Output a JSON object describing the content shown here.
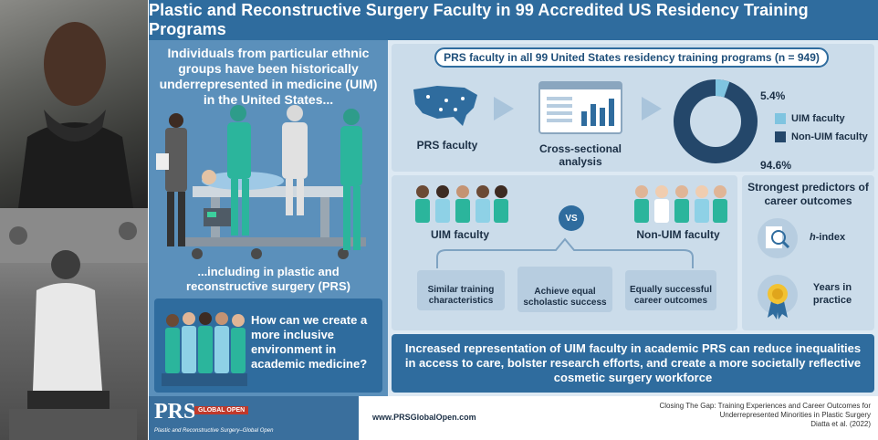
{
  "title": "Plastic and Reconstructive Surgery Faculty in 99 Accredited US Residency Training Programs",
  "left_panel": {
    "intro": "Individuals from particular ethnic groups have been historically underrepresented in medicine (UIM) in the United States...",
    "continuation": "...including in plastic and reconstructive surgery (PRS)",
    "question": "How can we create a more inclusive environment in academic medicine?"
  },
  "study": {
    "banner": "PRS faculty in all 99 United States residency training programs (n = 949)",
    "step1": "PRS faculty",
    "step2": "Cross-sectional analysis",
    "uim_pct_label": "5.4%",
    "non_uim_pct_label": "94.6%",
    "uim_fraction": 0.054,
    "legend_uim": "UIM faculty",
    "legend_non_uim": "Non-UIM faculty",
    "color_uim": "#7fc4e0",
    "color_non_uim": "#24476a"
  },
  "comparison": {
    "vs": "VS",
    "left_group": "UIM faculty",
    "right_group": "Non-UIM faculty",
    "findings": [
      "Similar training characteristics",
      "Achieve equal scholastic success",
      "Equally successful career outcomes"
    ]
  },
  "predictors": {
    "heading": "Strongest predictors of career outcomes",
    "item1_italic": "h",
    "item1_rest": "-index",
    "item2": "Years in practice"
  },
  "conclusion": "Increased representation of UIM faculty in academic PRS can reduce inequalities in access to care, bolster research efforts, and create a more societally reflective cosmetic surgery workforce",
  "footer": {
    "logo": "PRS",
    "logo_badge": "GLOBAL OPEN",
    "logo_sub": "Plastic and Reconstructive Surgery–Global Open",
    "url": "www.PRSGlobalOpen.com",
    "citation_line1": "Closing The Gap: Training Experiences and Career Outcomes for",
    "citation_line2": "Underrepresented Minorities in Plastic Surgery",
    "citation_line3": "Diatta et al. (2022)"
  }
}
